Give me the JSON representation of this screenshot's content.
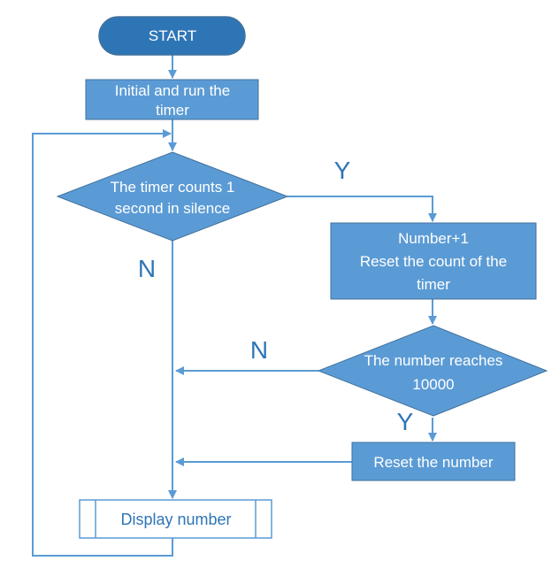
{
  "diagram": {
    "start": {
      "label": "START"
    },
    "init": {
      "line1": "Initial and run the",
      "line2": "timer"
    },
    "decision_timer": {
      "line1": "The timer counts 1",
      "line2": "second in silence"
    },
    "increment": {
      "line1": "Number+1",
      "line2": "Reset the  count of the",
      "line3": "timer"
    },
    "decision_number": {
      "line1": "The number reaches",
      "line2": "10000"
    },
    "reset": {
      "label": "Reset the number"
    },
    "display": {
      "label": "Display number"
    },
    "edge_labels": {
      "timer_yes": "Y",
      "timer_no": "N",
      "number_no": "N",
      "number_yes": "Y"
    }
  },
  "colors": {
    "fill": "#5b9bd5",
    "stroke": "#41719c",
    "terminal": "#2e75b6",
    "line": "#5b9bd5",
    "label": "#2e75b6"
  }
}
